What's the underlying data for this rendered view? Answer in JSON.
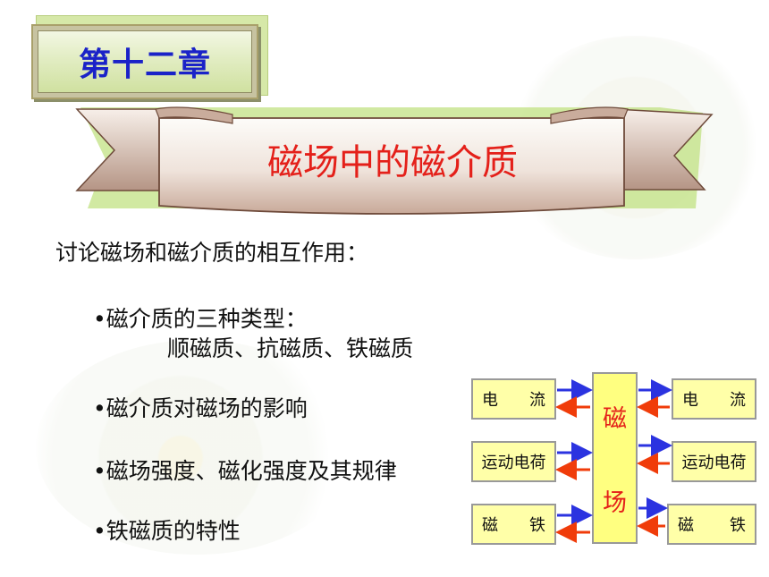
{
  "chapter": {
    "label": "第十二章"
  },
  "banner": {
    "title": "磁场中的磁介质"
  },
  "content": {
    "intro": "讨论磁场和磁介质的相互作用：",
    "bullets": [
      {
        "text": "•磁介质的三种类型：",
        "sub": "顺磁质、抗磁质、铁磁质"
      },
      {
        "text": "•磁介质对磁场的影响"
      },
      {
        "text": "•磁场强度、磁化强度及其规律"
      },
      {
        "text": "•铁磁质的特性"
      }
    ]
  },
  "diagram": {
    "center": {
      "char1": "磁",
      "char2": "场"
    },
    "left": [
      {
        "c1": "电",
        "c2": "流"
      },
      {
        "text": "运动电荷"
      },
      {
        "c1": "磁",
        "c2": "铁"
      }
    ],
    "right": [
      {
        "c1": "电",
        "c2": "流"
      },
      {
        "text": "运动电荷"
      },
      {
        "c1": "磁",
        "c2": "铁"
      }
    ],
    "arrow_colors": {
      "to_field": "#2b33e0",
      "from_field": "#f03c0a"
    }
  },
  "colors": {
    "chapter_text": "#1a22c8",
    "banner_text": "#e4201a",
    "box_fill": "#ffffa8"
  }
}
